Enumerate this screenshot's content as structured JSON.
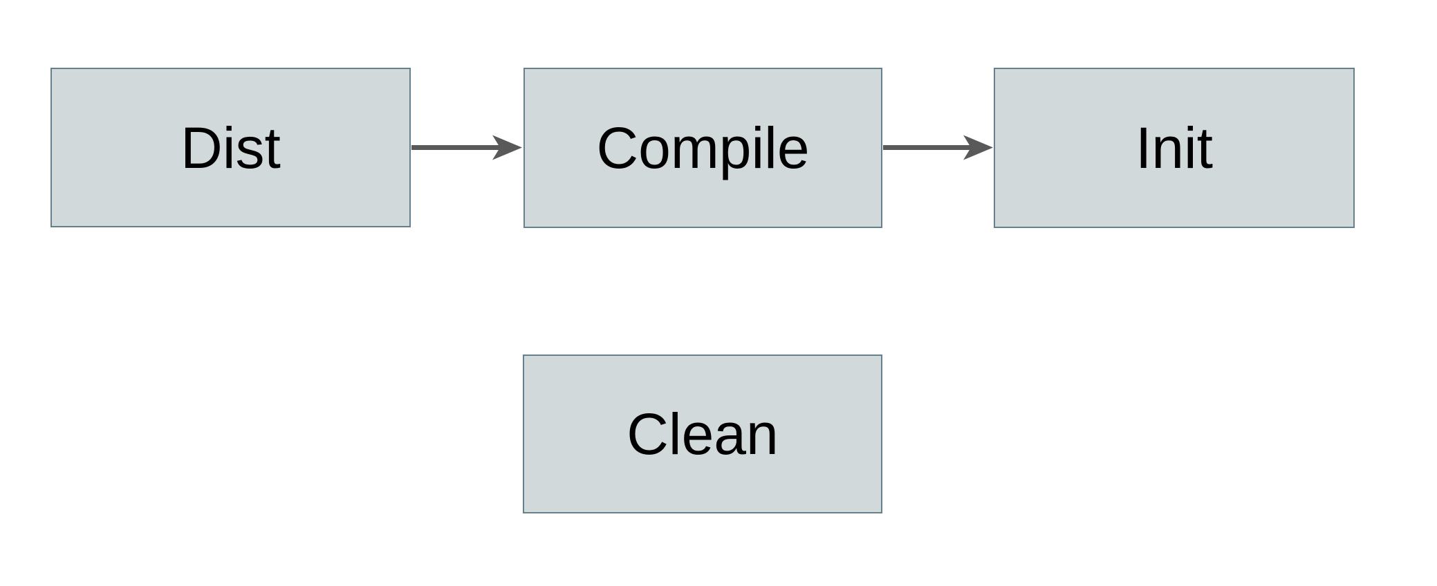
{
  "diagram": {
    "type": "flowchart",
    "nodes": [
      {
        "id": "dist",
        "label": "Dist"
      },
      {
        "id": "compile",
        "label": "Compile"
      },
      {
        "id": "init",
        "label": "Init"
      },
      {
        "id": "clean",
        "label": "Clean"
      }
    ],
    "edges": [
      {
        "from": "Dist",
        "to": "Compile",
        "style": "arrow"
      },
      {
        "from": "Compile",
        "to": "Init",
        "style": "arrow"
      }
    ],
    "colors": {
      "background": "#ffffff",
      "node_fill": "#d2d9db",
      "node_border": "#64808d",
      "node_text": "#000000",
      "arrow": "#595959"
    }
  }
}
